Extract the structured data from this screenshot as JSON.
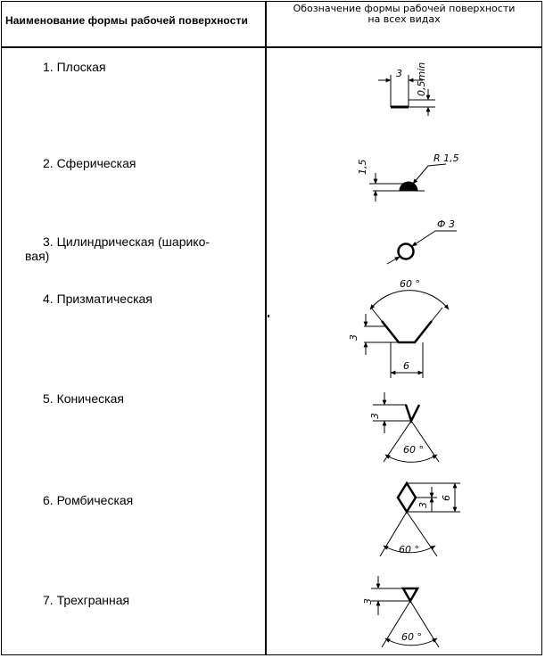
{
  "table": {
    "header_left": "Наименование формы рабочей поверхности",
    "header_right_line1": "Обозначение формы рабочей поверхности",
    "header_right_line2": "на всех видах",
    "rows": [
      {
        "label": "1. Плоская"
      },
      {
        "label": "2. Сферическая"
      },
      {
        "label_line1": "3. Цилиндрическая (шарико-",
        "label_line2": "вая)"
      },
      {
        "label": "4. Призматическая"
      },
      {
        "label": "5. Коническая"
      },
      {
        "label": "6. Ромбическая"
      },
      {
        "label": "7. Трехгранная"
      }
    ]
  },
  "drawings": {
    "flat": {
      "dim_width": "3",
      "dim_depth": "0,5min"
    },
    "spherical": {
      "dim_height": "1,5",
      "radius": "R 1,5"
    },
    "cylindrical": {
      "diameter": "Ф 3"
    },
    "prismatic": {
      "angle": "60 °",
      "depth": "3",
      "width": "6"
    },
    "conical": {
      "depth": "3",
      "angle": "60 °"
    },
    "rhombic": {
      "depth": "3",
      "width": "6",
      "angle": "60 °"
    },
    "trihedral": {
      "depth": "3",
      "angle": "60 °"
    }
  }
}
